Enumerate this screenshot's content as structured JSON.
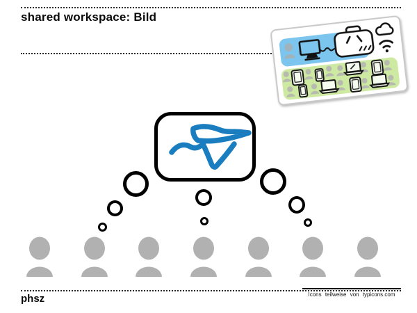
{
  "title": "shared workspace: Bild",
  "footer": {
    "brand": "phsz",
    "credits": "Icons teilweise von typicons.com"
  },
  "colors": {
    "scribble_blue": "#1a7dc0",
    "person_gray": "#b1b1b1",
    "card_blue_band": "#7cc5ef",
    "card_green_band": "#cde9a2",
    "line_black": "#000000",
    "card_border_gray": "#c9c9c9"
  },
  "audience": {
    "person_count": 7
  },
  "card": {
    "icons": [
      "person-icon",
      "monitor-icon",
      "cable-squiggle",
      "projector-icon",
      "cloud-icon",
      "wifi-icon",
      "tablet-icon",
      "phone-icon",
      "laptop-icon"
    ]
  }
}
